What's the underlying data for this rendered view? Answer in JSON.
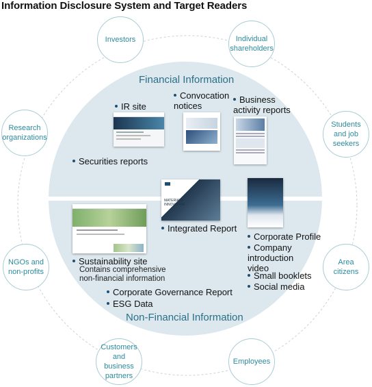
{
  "title": "Information Disclosure System and Target Readers",
  "sections": {
    "financial": "Financial Information",
    "non_financial": "Non-Financial Information"
  },
  "readers": [
    {
      "label": "Investors"
    },
    {
      "label": "Individual shareholders"
    },
    {
      "label": "Research organizations"
    },
    {
      "label": "Students and job seekers"
    },
    {
      "label": "NGOs and non-profits"
    },
    {
      "label": "Area citizens"
    },
    {
      "label": "Customers and business partners"
    },
    {
      "label": "Employees"
    }
  ],
  "items": {
    "ir_site": "IR site",
    "convocation": "Convocation notices",
    "business_reports": "Business activity reports",
    "securities": "Securities reports",
    "integrated": "Integrated Report",
    "sustainability": "Sustainability site",
    "sustainability_note": "Contains comprehensive non-financial information",
    "governance": "Corporate Governance Report",
    "esg": "ESG Data",
    "profile": "Corporate Profile",
    "video": "Company introduction video",
    "booklets": "Small booklets",
    "social": "Social media"
  },
  "thumb_text": {
    "integrated_cover": "MATERIALS INNOVATION"
  },
  "colors": {
    "inner_circle": "#dce8ee",
    "reader_text": "#2e8a9e",
    "section_label": "#2b6f88"
  }
}
